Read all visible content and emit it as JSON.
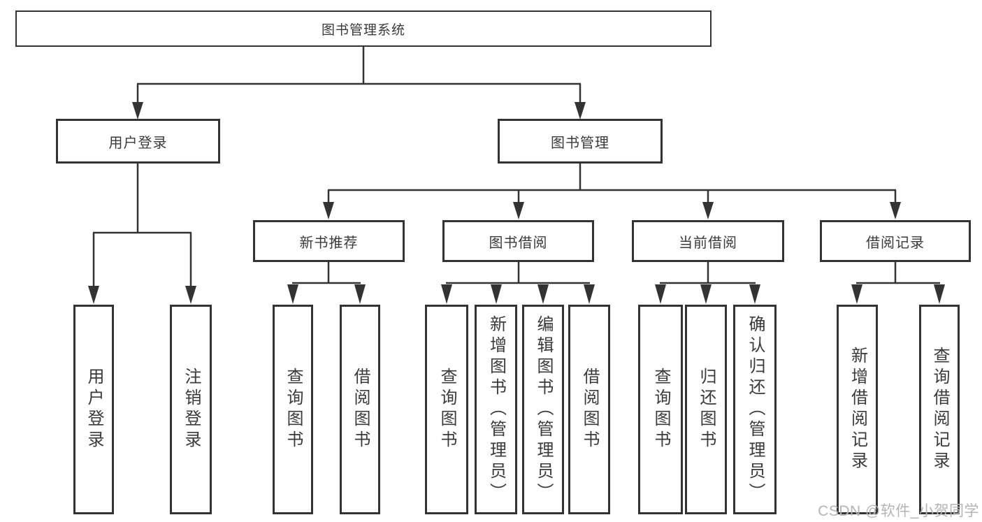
{
  "diagram": {
    "type": "hierarchy-tree",
    "root": {
      "label": "图书管理系统"
    },
    "level2": [
      {
        "label": "用户登录"
      },
      {
        "label": "图书管理"
      }
    ],
    "level3": [
      {
        "label": "新书推荐"
      },
      {
        "label": "图书借阅"
      },
      {
        "label": "当前借阅"
      },
      {
        "label": "借阅记录"
      }
    ],
    "leaves": {
      "login": [
        {
          "label": "用户登录"
        },
        {
          "label": "注销登录"
        }
      ],
      "recommend": [
        {
          "label": "查询图书"
        },
        {
          "label": "借阅图书"
        }
      ],
      "borrow": [
        {
          "label": "查询图书"
        },
        {
          "label": "新增图书（管理员）"
        },
        {
          "label": "编辑图书（管理员）"
        },
        {
          "label": "借阅图书"
        }
      ],
      "current": [
        {
          "label": "查询图书"
        },
        {
          "label": "归还图书"
        },
        {
          "label": "确认归还（管理员）"
        }
      ],
      "records": [
        {
          "label": "新增借阅记录"
        },
        {
          "label": "查询借阅记录"
        }
      ]
    }
  },
  "watermark": "CSDN @软件_小贺同学",
  "colors": {
    "line": "#333333",
    "node_border": "#333333",
    "text": "#3a3a3a",
    "watermark": "#b4b4b4",
    "background": "#ffffff"
  }
}
